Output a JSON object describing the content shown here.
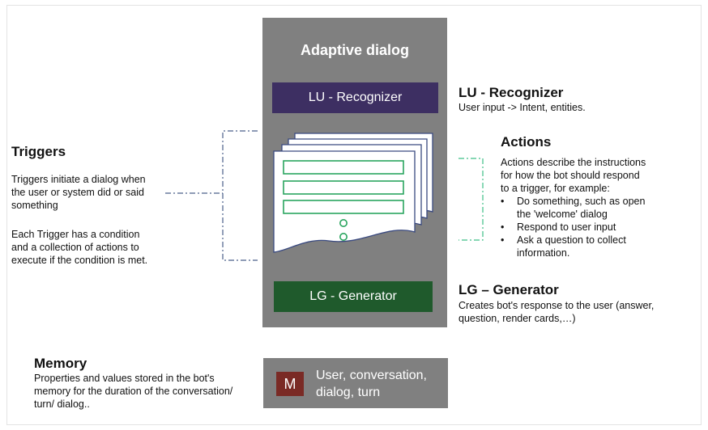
{
  "diagram": {
    "panel_title": "Adaptive dialog",
    "lu_box_label": "LU - Recognizer",
    "lg_box_label": "LG - Generator",
    "memory_box": {
      "badge": "M",
      "lines": [
        "User, conversation,",
        "dialog, turn"
      ]
    }
  },
  "triggers": {
    "title": "Triggers",
    "para1": [
      "Triggers initiate a dialog when",
      "the user or system did or said",
      "something"
    ],
    "para2": [
      "Each Trigger has a condition",
      "and a collection of actions to",
      "execute if the condition is met."
    ]
  },
  "lu_recognizer": {
    "title": "LU - Recognizer",
    "description": "User input -> Intent, entities."
  },
  "actions": {
    "title": "Actions",
    "description": [
      "Actions describe the instructions",
      "for how the bot should respond",
      "to a trigger, for example:"
    ],
    "bullet_symbol": "•",
    "bullets": [
      [
        "Do something, such as open",
        "the 'welcome' dialog"
      ],
      [
        "Respond to user input"
      ],
      [
        "Ask a question to collect",
        "information."
      ]
    ]
  },
  "lg_generator": {
    "title": "LG – Generator",
    "description": [
      "Creates bot's response to the user (answer,",
      "question, render cards,…)"
    ]
  },
  "memory": {
    "title": "Memory",
    "description": [
      "Properties and values stored in the bot's",
      "memory for the duration of the conversation/",
      "turn/ dialog.."
    ]
  },
  "colors": {
    "panel": "#808080",
    "lu_box": "#3d2f62",
    "lg_box": "#1f5a2c",
    "memory_badge": "#7a2a25",
    "trigger_bracket": "#4a5f8a",
    "action_bracket": "#3dbf86",
    "document_outline": "#2aa55f"
  }
}
